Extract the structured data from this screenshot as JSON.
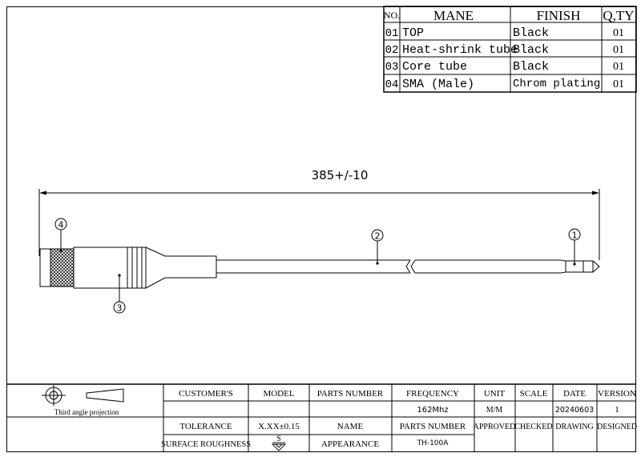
{
  "bom": {
    "headers": {
      "no": "NO.",
      "name": "MANE",
      "finish": "FINISH",
      "qty": "Q,TY"
    },
    "rows": [
      {
        "no": "01",
        "name": "TOP",
        "finish": "Black",
        "qty": "01"
      },
      {
        "no": "02",
        "name": "Heat-shrink tube",
        "finish": "Black",
        "qty": "01"
      },
      {
        "no": "03",
        "name": "Core tube",
        "finish": "Black",
        "qty": "01"
      },
      {
        "no": "04",
        "name": "SMA (Male)",
        "finish": "Chrom plating",
        "qty": "01"
      }
    ]
  },
  "drawing": {
    "dimension": "385+/-10",
    "balloons": {
      "b1": "1",
      "b2": "2",
      "b3": "3",
      "b4": "4"
    }
  },
  "title_block": {
    "projection": "Third angle projection",
    "customers": "CUSTOMER'S",
    "model": "MODEL",
    "parts_number_header": "PARTS NUMBER",
    "frequency_header": "FREQUENCY",
    "unit_header": "UNIT",
    "scale_header": "SCALE",
    "date_header": "DATE",
    "version_header": "VERSION",
    "frequency_value": "162Mhz",
    "unit_value": "M/M",
    "date_value": "20240603",
    "version_value": "1",
    "tolerance_label": "TOLERANCE",
    "tolerance_value": "X.XX±0.15",
    "name_label": "NAME",
    "parts_number_label": "PARTS NUMBER",
    "approved": "APPROVED",
    "checked": "CHECKED",
    "drawing_label": "DRAWING",
    "designed": "DESIGNED",
    "surface_roughness_label": "SURFACE ROUGHNESS",
    "surface_symbol": "S",
    "appearance_label": "APPEARANCE",
    "part_number_value": "TH-100A"
  }
}
